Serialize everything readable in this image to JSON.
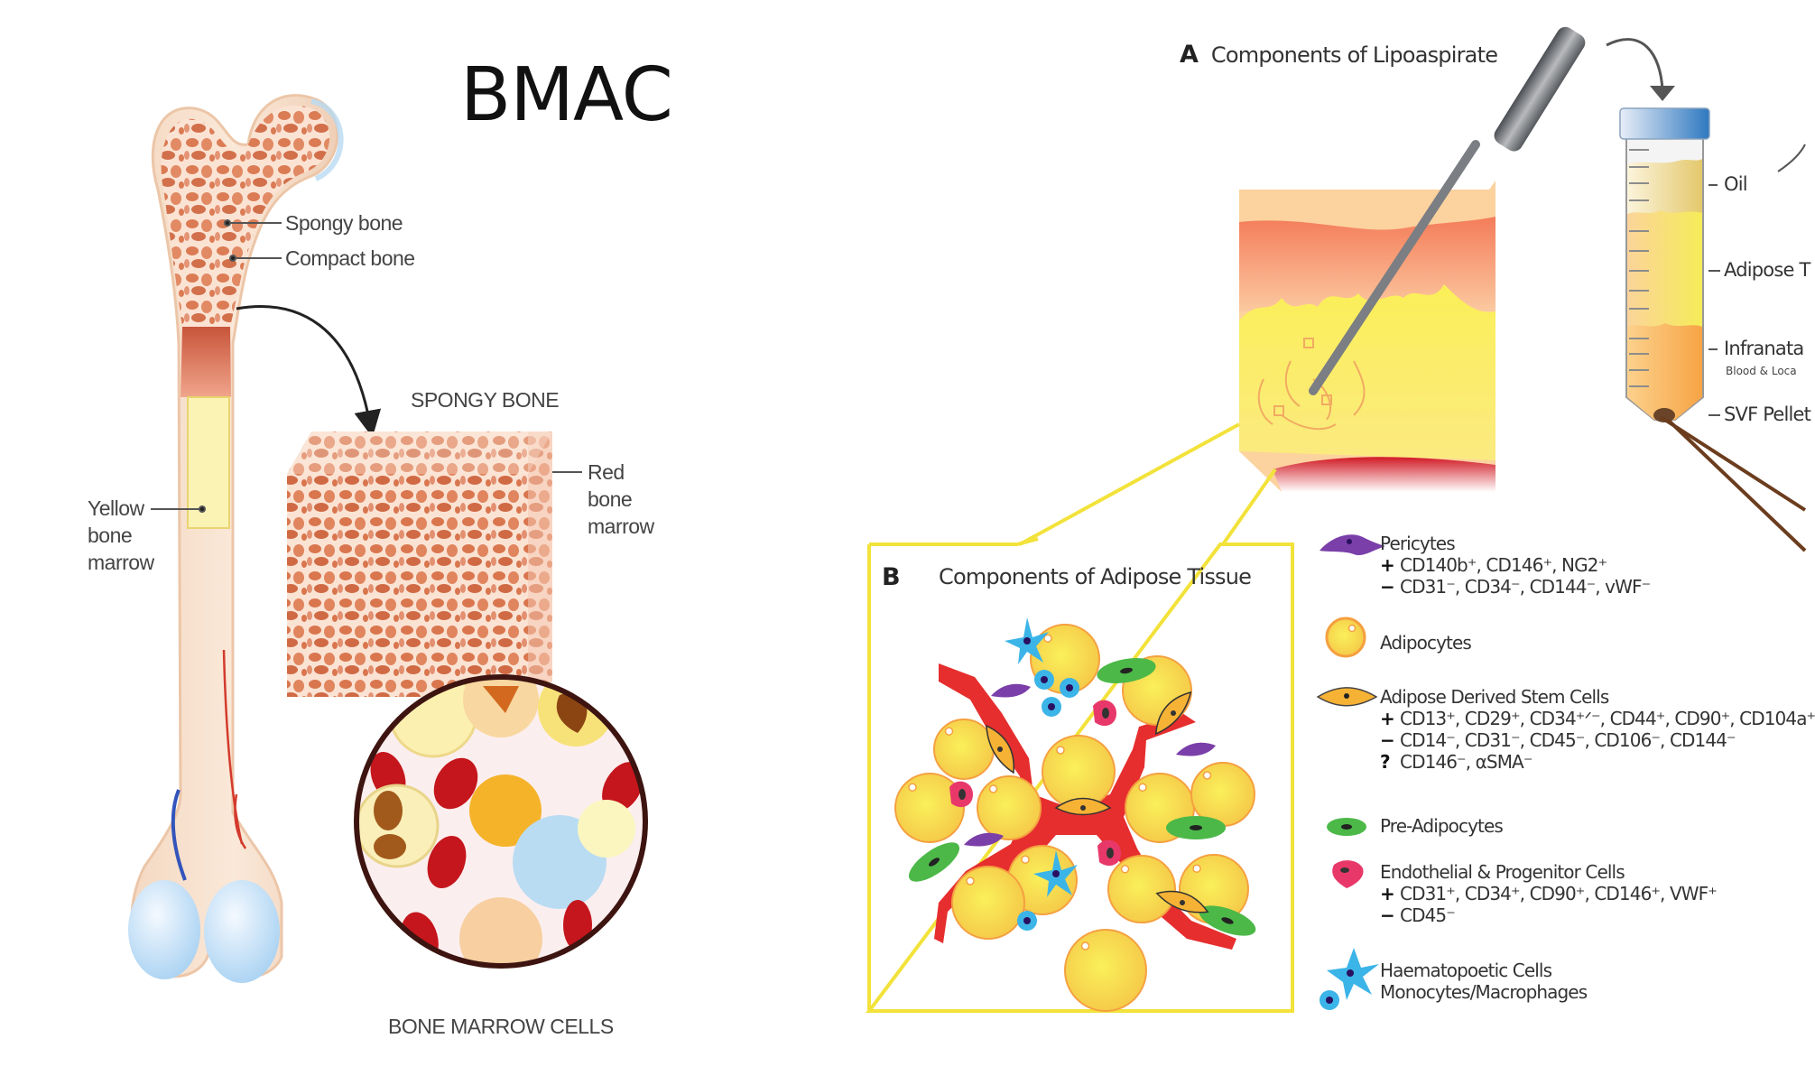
{
  "left_panel": {
    "title": "BMAC",
    "bone_labels": {
      "spongy_bone": "Spongy bone",
      "compact_bone": "Compact bone",
      "yellow_marrow": [
        "Yellow",
        "bone",
        "marrow"
      ],
      "red_marrow": [
        "Red",
        "bone",
        "marrow"
      ]
    },
    "spongy_bone_heading": "SPONGY BONE",
    "bone_marrow_cells_heading": "BONE MARROW CELLS"
  },
  "panel_a": {
    "letter": "A",
    "title": "Components of Lipoaspirate",
    "tube_layers": [
      {
        "label": "Oil",
        "sub": ""
      },
      {
        "label": "Adipose T",
        "sub": ""
      },
      {
        "label": "Infranata",
        "sub": "Blood & Loca"
      },
      {
        "label": "SVF Pellet",
        "sub": ""
      }
    ]
  },
  "panel_b": {
    "letter": "B",
    "title": "Components of Adipose Tissue"
  },
  "legend": [
    {
      "icon": "pericyte-icon",
      "name": "Pericytes",
      "lines": [
        {
          "mark": "+",
          "text": "CD140b⁺, CD146⁺, NG2⁺"
        },
        {
          "mark": "−",
          "text": "CD31⁻, CD34⁻, CD144⁻, vWF⁻"
        }
      ]
    },
    {
      "icon": "adipocyte-icon",
      "name": "Adipocytes",
      "lines": []
    },
    {
      "icon": "adipose-stem-cell-icon",
      "name": "Adipose Derived Stem Cells",
      "lines": [
        {
          "mark": "+",
          "text": "CD13⁺, CD29⁺, CD34⁺ᐟ⁻, CD44⁺, CD90⁺, CD104a⁺"
        },
        {
          "mark": "−",
          "text": "CD14⁻, CD31⁻, CD45⁻, CD106⁻, CD144⁻"
        },
        {
          "mark": "?",
          "text": "CD146⁻, αSMA⁻"
        }
      ]
    },
    {
      "icon": "pre-adipocyte-icon",
      "name": "Pre-Adipocytes",
      "lines": []
    },
    {
      "icon": "endothelial-cell-icon",
      "name": "Endothelial & Progenitor Cells",
      "lines": [
        {
          "mark": "+",
          "text": "CD31⁺, CD34⁺, CD90⁺, CD146⁺, VWF⁺"
        },
        {
          "mark": "−",
          "text": "CD45⁻"
        }
      ]
    },
    {
      "icon": "haematopoietic-cell-icon",
      "name": "Haematopoetic Cells",
      "name2": "Monocytes/Macrophages",
      "lines": []
    }
  ],
  "colors": {
    "adipocyte": "#f7e84a",
    "adipocyte_rim": "#f5a040",
    "vessel": "#e62e2e",
    "pre_adipocyte": "#4cb848",
    "pericyte": "#7a3fa8",
    "endothelial": "#e8386a",
    "haematopoietic": "#3bb4e8",
    "panel_b_border": "#f2e23a",
    "tube_cap": "#3d7fc4"
  }
}
